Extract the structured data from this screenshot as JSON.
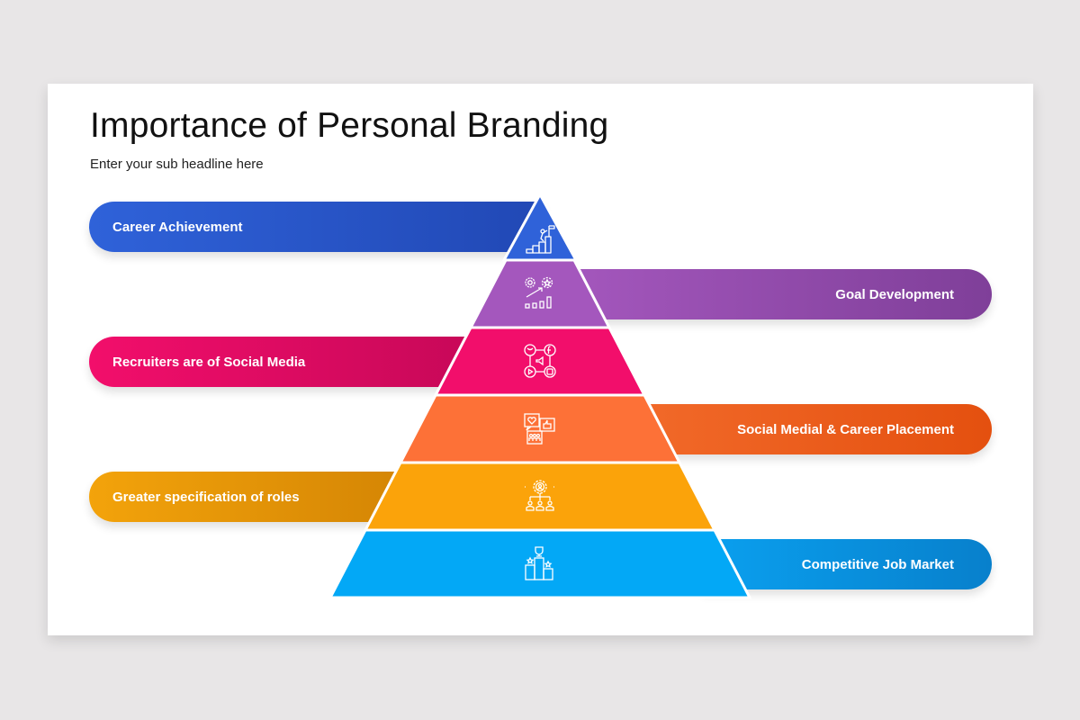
{
  "slide": {
    "title": "Importance of Personal Branding",
    "subtitle": "Enter your sub headline here"
  },
  "tiers": [
    {
      "label": "Career Achievement",
      "side": "left",
      "color": "#2f62d9",
      "bar_color": "#2a55cc",
      "icon": "mountain-flag-climber-icon"
    },
    {
      "label": "Goal Development",
      "side": "right",
      "color": "#a457bd",
      "bar_color": "#9350ad",
      "icon": "gear-star-growth-chart-icon"
    },
    {
      "label": "Recruiters are of Social Media",
      "side": "left",
      "color": "#f20e6b",
      "bar_color": "#de0b62",
      "icon": "social-media-network-icon"
    },
    {
      "label": "Social Medial & Career Placement",
      "side": "right",
      "color": "#fd7137",
      "bar_color": "#f05a1e",
      "icon": "social-feedback-bubbles-icon"
    },
    {
      "label": "Greater  specification of roles",
      "side": "left",
      "color": "#fba30a",
      "bar_color": "#e69406",
      "icon": "gear-person-hierarchy-icon"
    },
    {
      "label": "Competitive Job Market",
      "side": "right",
      "color": "#03a8f6",
      "bar_color": "#0b8fdc",
      "icon": "podium-trophy-icon"
    }
  ]
}
